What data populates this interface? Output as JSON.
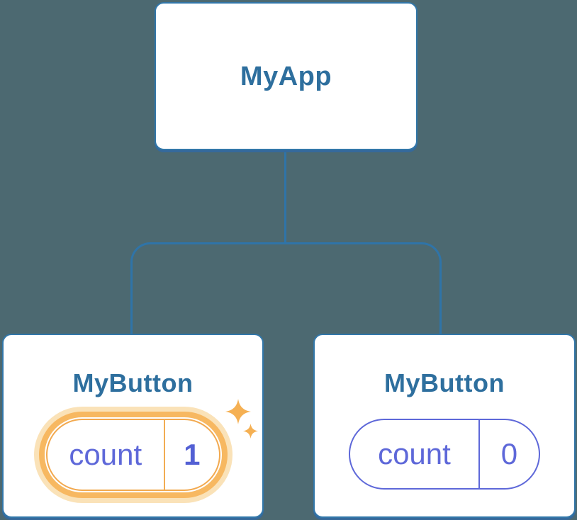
{
  "diagram": {
    "type": "component-tree",
    "background_color": "#4C6971",
    "connector_color": "#2F74A8",
    "root": {
      "label": "MyApp"
    },
    "children": [
      {
        "label": "MyButton",
        "state": {
          "key": "count",
          "value": "1"
        },
        "highlighted": true
      },
      {
        "label": "MyButton",
        "state": {
          "key": "count",
          "value": "0"
        },
        "highlighted": false
      }
    ],
    "colors": {
      "card_background": "#FFFFFF",
      "card_border": "#3277A9",
      "card_text": "#2E6F9E",
      "state_text": "#5E68D9",
      "highlight_ring": "#F7B861",
      "highlight_halo": "#FAE2B8",
      "highlight_divider": "#F2AC52",
      "sparkle": "#F5B053"
    }
  }
}
